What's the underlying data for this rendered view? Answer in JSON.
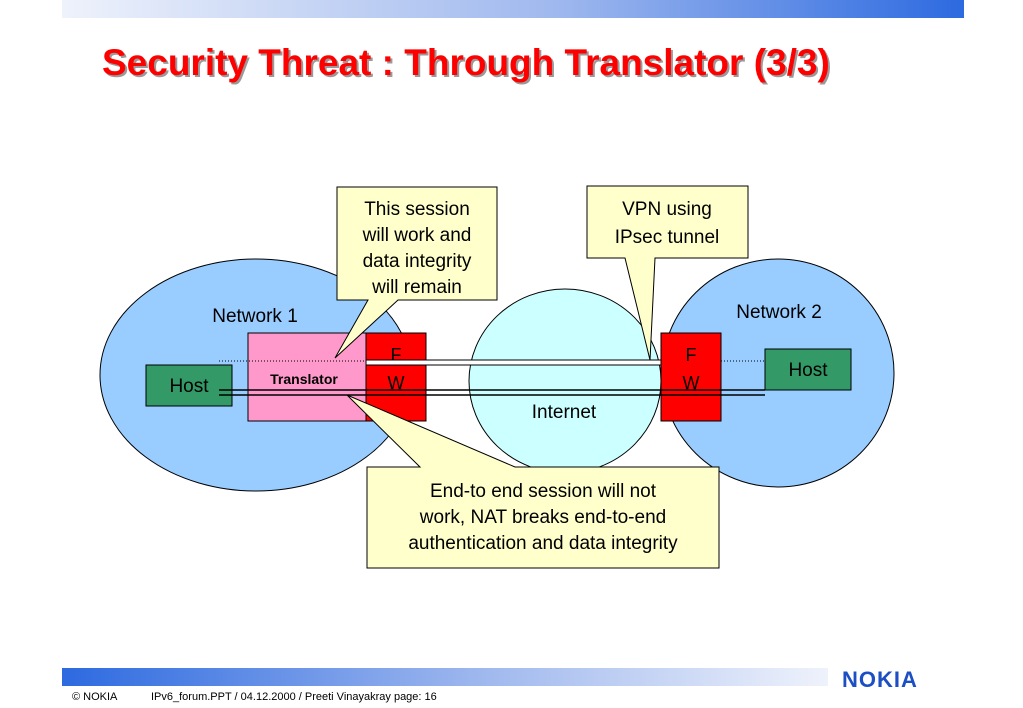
{
  "slide": {
    "title": "Security Threat : Through Translator (3/3)"
  },
  "diagram": {
    "network1_label": "Network 1",
    "network2_label": "Network 2",
    "internet_label": "Internet",
    "host1_label": "Host",
    "host2_label": "Host",
    "translator_label": "Translator",
    "fw1_lines": [
      "F",
      "W"
    ],
    "fw2_lines": [
      "F",
      "W"
    ],
    "callout_session": [
      "This session",
      "will work and",
      "data integrity",
      "will remain"
    ],
    "callout_vpn": [
      "VPN using",
      "IPsec tunnel"
    ],
    "callout_nat": [
      "End-to end session will not",
      "work, NAT breaks end-to-end",
      "authentication and data integrity"
    ]
  },
  "footer": {
    "copyright": "© NOKIA",
    "doc_info": "IPv6_forum.PPT / 04.12.2000 / Preeti Vinayakray   page: 16",
    "logo_text": "NOKIA"
  },
  "colors": {
    "title": "#ff0000",
    "network": "#99ccff",
    "internet": "#ccffff",
    "host": "#339966",
    "translator": "#ff99cc",
    "firewall": "#ff0000",
    "callout": "#ffffcc"
  }
}
